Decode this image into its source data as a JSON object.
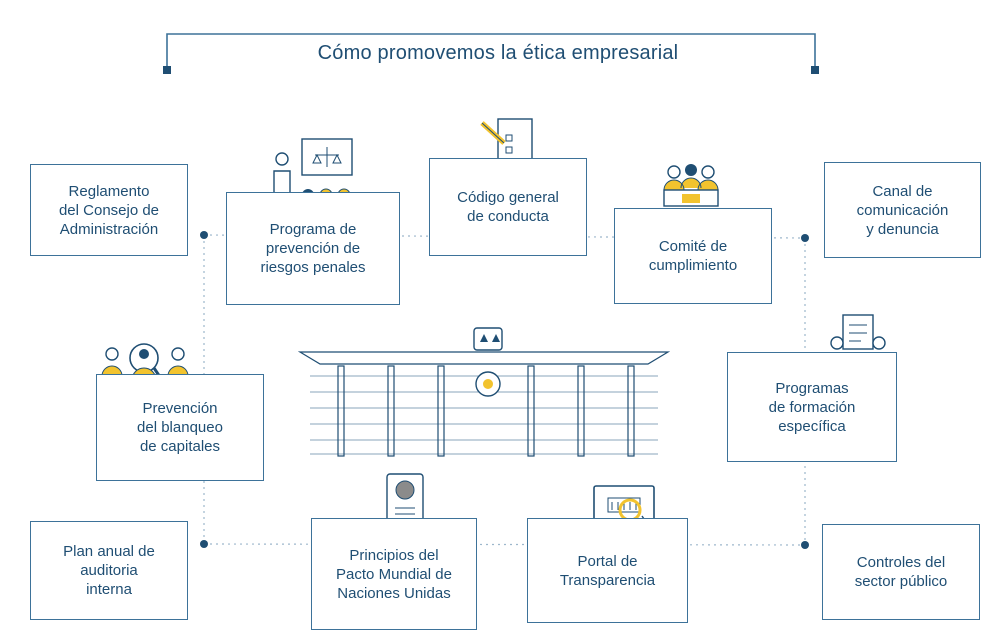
{
  "title": "Cómo promovemos la ética empresarial",
  "colors": {
    "navy": "#1f4e73",
    "accent": "#f2c32e",
    "line": "#3d7299"
  },
  "boxes": {
    "reglamento": "Reglamento\ndel Consejo de\nAdministración",
    "programa_prevencion": "Programa de\nprevención de\nriesgos penales",
    "codigo": "Código general\nde conducta",
    "comite": "Comité de\ncumplimiento",
    "canal": "Canal de\ncomunicación\ny denuncia",
    "blanqueo": "Prevención\ndel blanqueo\nde capitales",
    "formacion": "Programas\nde formación\nespecífica",
    "plan_auditoria": "Plan anual de\nauditoria\ninterna",
    "pacto": "Principios del\nPacto Mundial de\nNaciones Unidas",
    "portal": "Portal de\nTransparencia",
    "controles": "Controles del\nsector público"
  },
  "icons": {
    "presentation": "presentation-icon",
    "document_pen": "document-pen-icon",
    "committee": "committee-icon",
    "search_person": "search-person-icon",
    "training": "training-icon",
    "certificate": "certificate-icon",
    "monitor": "monitor-touch-icon",
    "building": "building-icon"
  }
}
